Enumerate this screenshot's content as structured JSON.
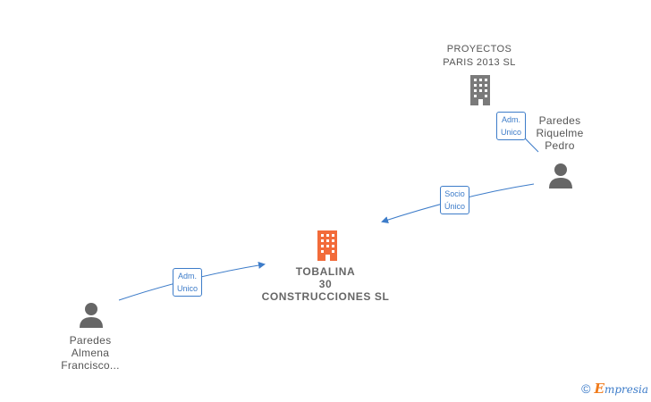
{
  "companies": {
    "main": {
      "lines": [
        "TOBALINA",
        "30",
        "CONSTRUCCIONES SL"
      ],
      "color": "#f26b3a",
      "icon": "building-icon"
    },
    "other": {
      "lines": [
        "PROYECTOS",
        "PARIS 2013  SL"
      ],
      "color": "#7a7a7a",
      "icon": "building-icon"
    }
  },
  "persons": {
    "pedro": {
      "lines": [
        "Paredes",
        "Riquelme",
        "Pedro"
      ],
      "icon": "person-icon"
    },
    "francisco": {
      "lines": [
        "Paredes",
        "Almena",
        "Francisco..."
      ],
      "icon": "person-icon"
    }
  },
  "relations": [
    {
      "lines": [
        "Adm.",
        "Unico"
      ]
    },
    {
      "lines": [
        "Socio",
        "Único"
      ]
    },
    {
      "lines": [
        "Adm.",
        "Unico"
      ]
    }
  ],
  "footer": {
    "copyright": "©",
    "brand_first": "E",
    "brand_rest": "mpresia"
  },
  "colors": {
    "edge": "#3d7cc9",
    "person": "#666666"
  }
}
